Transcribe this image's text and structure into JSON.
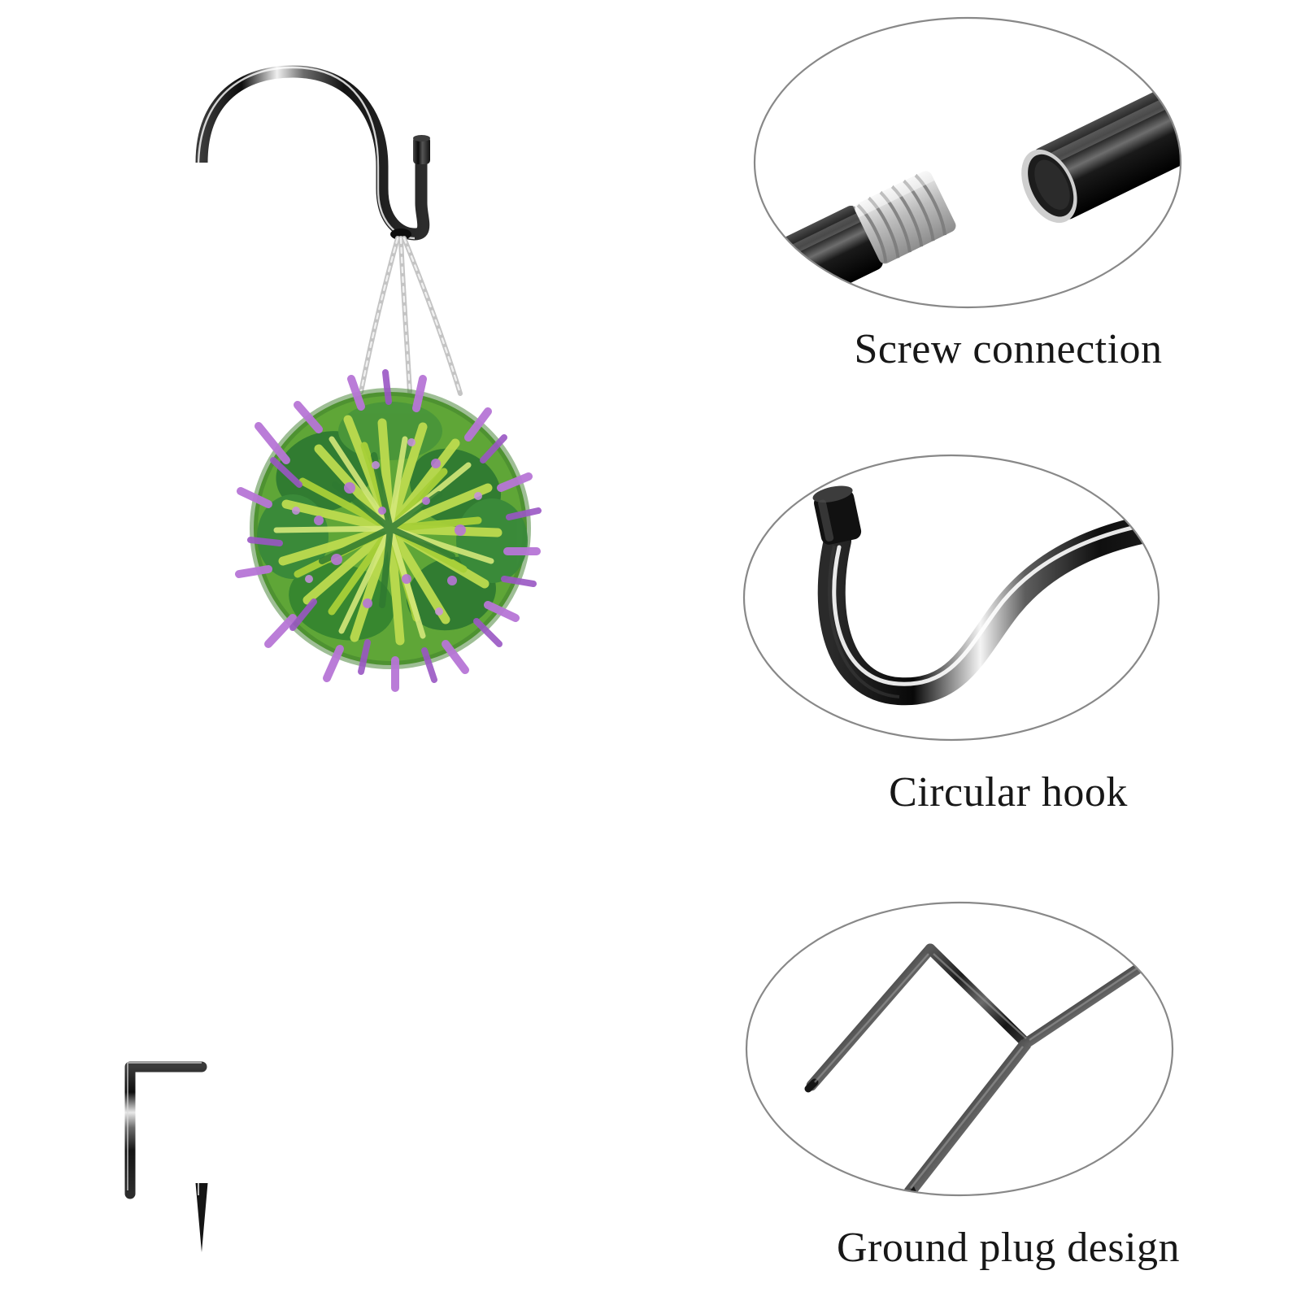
{
  "page": {
    "background": "#ffffff",
    "type": "product-infographic",
    "subject": "shepherd hook garden stake with hanging artificial topiary flower ball"
  },
  "product": {
    "name": "shepherd-hook-stake",
    "pole_color": "#1a1a1a",
    "highlight_color": "#f2f2f2",
    "chain_color": "#c9c9c9",
    "hook": {
      "name": "shepherd-hook-curve",
      "tip_cap": true
    },
    "chains": {
      "count": 3,
      "color": "#bdbdbd"
    },
    "plant_ball": {
      "name": "artificial-topiary-ball",
      "leaf_light": "#b9d94a",
      "leaf_mid": "#6cb23a",
      "leaf_dark": "#2f7a31",
      "flower_color": "#b776d6",
      "flower_color_alt": "#9a57c4"
    },
    "ground_stake": {
      "name": "pole-ground-stake",
      "prongs": 2
    }
  },
  "features": [
    {
      "id": "screw-connection",
      "caption": "Screw connection",
      "detail_name": "screw-connection-photo",
      "parts": {
        "pipe_color": "#1c1c1c",
        "thread_color": "#d8d8d8"
      }
    },
    {
      "id": "circular-hook",
      "caption": "Circular hook",
      "detail_name": "circular-hook-photo",
      "parts": {
        "hook_color": "#151515",
        "highlight_color": "#ffffff"
      }
    },
    {
      "id": "ground-plug-design",
      "caption": "Ground plug design",
      "detail_name": "ground-plug-photo",
      "parts": {
        "stake_color": "#2a2a2a",
        "prongs": 2
      }
    }
  ],
  "ellipse_outline_color": "#7a7a7a"
}
